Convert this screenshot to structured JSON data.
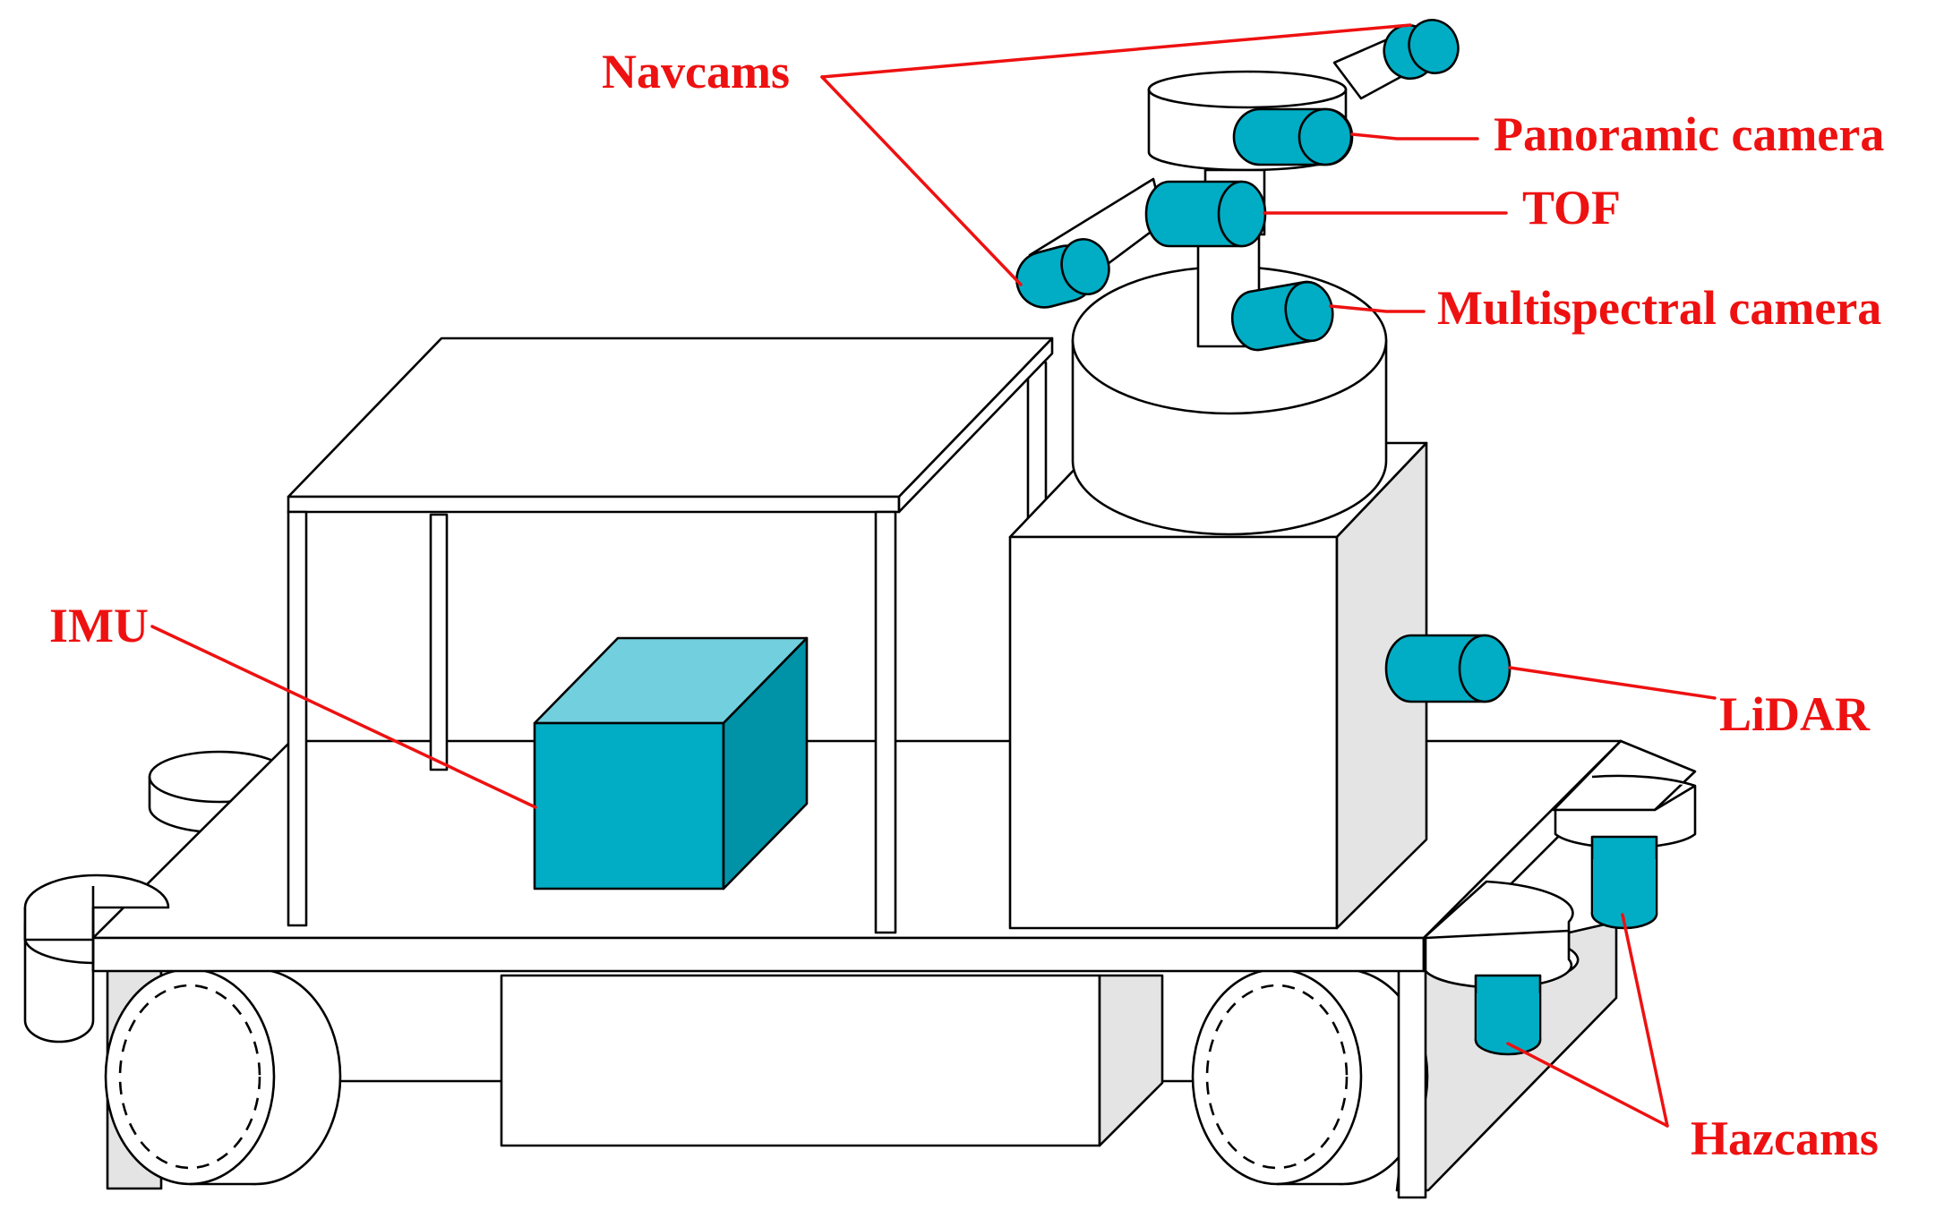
{
  "labels": {
    "navcams": "Navcams",
    "panoramic": "Panoramic camera",
    "tof": "TOF",
    "multispectral": "Multispectral camera",
    "imu": "IMU",
    "lidar": "LiDAR",
    "hazcams": "Hazcams"
  },
  "colors": {
    "label": "#ee1111",
    "sensor": "#00adc4",
    "sensor_top": "#72d0de",
    "sensor_side": "#0093a8",
    "shade": "#e4e4e4",
    "outline": "#000000",
    "body": "#ffffff"
  }
}
